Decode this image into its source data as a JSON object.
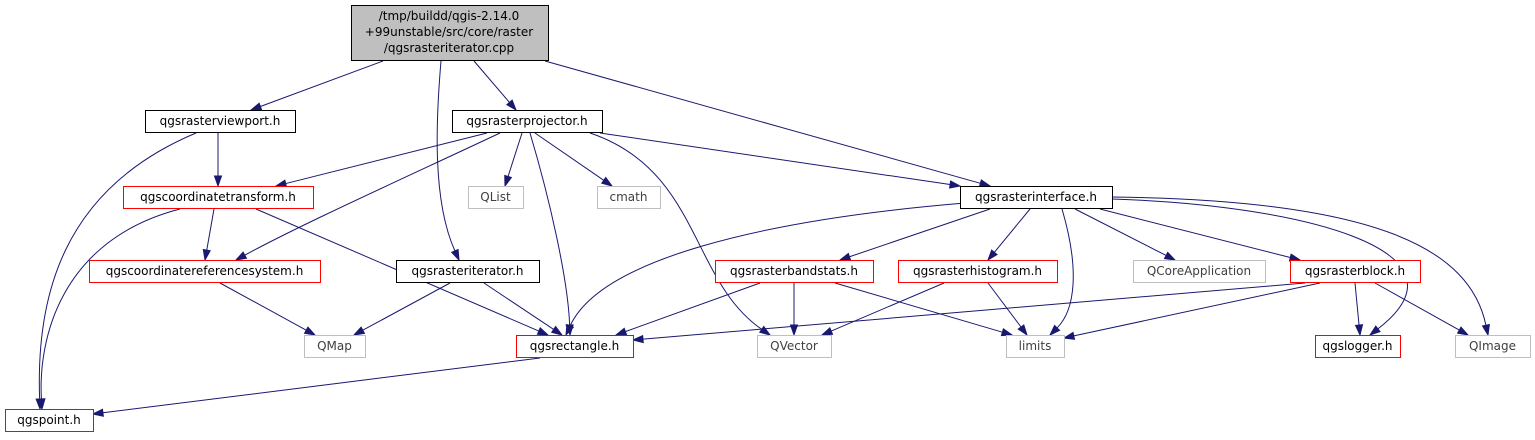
{
  "colors": {
    "edge": "#191970",
    "root_fill": "#bfbfbf",
    "border_black": "#000000",
    "border_red": "#ff0000",
    "border_gray": "#bfbfbf",
    "text_black": "#000000",
    "text_gray": "#404040"
  },
  "graph": {
    "root": {
      "label_lines": [
        "/tmp/buildd/qgis-2.14.0",
        "+99unstable/src/core/raster",
        "/qgsrasteriterator.cpp"
      ]
    },
    "nodes": {
      "viewport": {
        "label": "qgsrasterviewport.h",
        "style": "black"
      },
      "projector": {
        "label": "qgsrasterprojector.h",
        "style": "black"
      },
      "coordtrans": {
        "label": "qgscoordinatetransform.h",
        "style": "red"
      },
      "qlist": {
        "label": "QList",
        "style": "gray"
      },
      "cmath": {
        "label": "cmath",
        "style": "gray"
      },
      "interface": {
        "label": "qgsrasterinterface.h",
        "style": "black"
      },
      "crs": {
        "label": "qgscoordinatereferencesystem.h",
        "style": "red"
      },
      "iterator": {
        "label": "qgsrasteriterator.h",
        "style": "black"
      },
      "bandstats": {
        "label": "qgsrasterbandstats.h",
        "style": "red"
      },
      "histogram": {
        "label": "qgsrasterhistogram.h",
        "style": "red"
      },
      "qcoreapp": {
        "label": "QCoreApplication",
        "style": "gray"
      },
      "block": {
        "label": "qgsrasterblock.h",
        "style": "red"
      },
      "qmap": {
        "label": "QMap",
        "style": "gray"
      },
      "rectangle": {
        "label": "qgsrectangle.h",
        "style": "red"
      },
      "qvector": {
        "label": "QVector",
        "style": "gray"
      },
      "limits": {
        "label": "limits",
        "style": "gray"
      },
      "logger": {
        "label": "qgslogger.h",
        "style": "red"
      },
      "qimage": {
        "label": "QImage",
        "style": "gray"
      },
      "point": {
        "label": "qgspoint.h",
        "style": "red"
      }
    },
    "edges": [
      [
        "root",
        "viewport"
      ],
      [
        "root",
        "projector"
      ],
      [
        "root",
        "iterator"
      ],
      [
        "root",
        "interface"
      ],
      [
        "viewport",
        "coordtrans"
      ],
      [
        "viewport",
        "point"
      ],
      [
        "projector",
        "coordtrans"
      ],
      [
        "projector",
        "crs"
      ],
      [
        "projector",
        "qlist"
      ],
      [
        "projector",
        "cmath"
      ],
      [
        "projector",
        "interface"
      ],
      [
        "projector",
        "rectangle"
      ],
      [
        "projector",
        "qvector"
      ],
      [
        "coordtrans",
        "crs"
      ],
      [
        "coordtrans",
        "rectangle"
      ],
      [
        "coordtrans",
        "point"
      ],
      [
        "crs",
        "qmap"
      ],
      [
        "iterator",
        "qmap"
      ],
      [
        "iterator",
        "rectangle"
      ],
      [
        "interface",
        "rectangle"
      ],
      [
        "interface",
        "bandstats"
      ],
      [
        "interface",
        "histogram"
      ],
      [
        "interface",
        "qcoreapp"
      ],
      [
        "interface",
        "block"
      ],
      [
        "interface",
        "limits"
      ],
      [
        "interface",
        "logger"
      ],
      [
        "interface",
        "qimage"
      ],
      [
        "bandstats",
        "rectangle"
      ],
      [
        "bandstats",
        "qvector"
      ],
      [
        "bandstats",
        "limits"
      ],
      [
        "histogram",
        "qvector"
      ],
      [
        "histogram",
        "limits"
      ],
      [
        "block",
        "rectangle"
      ],
      [
        "block",
        "limits"
      ],
      [
        "block",
        "logger"
      ],
      [
        "block",
        "qimage"
      ],
      [
        "rectangle",
        "point"
      ]
    ]
  }
}
